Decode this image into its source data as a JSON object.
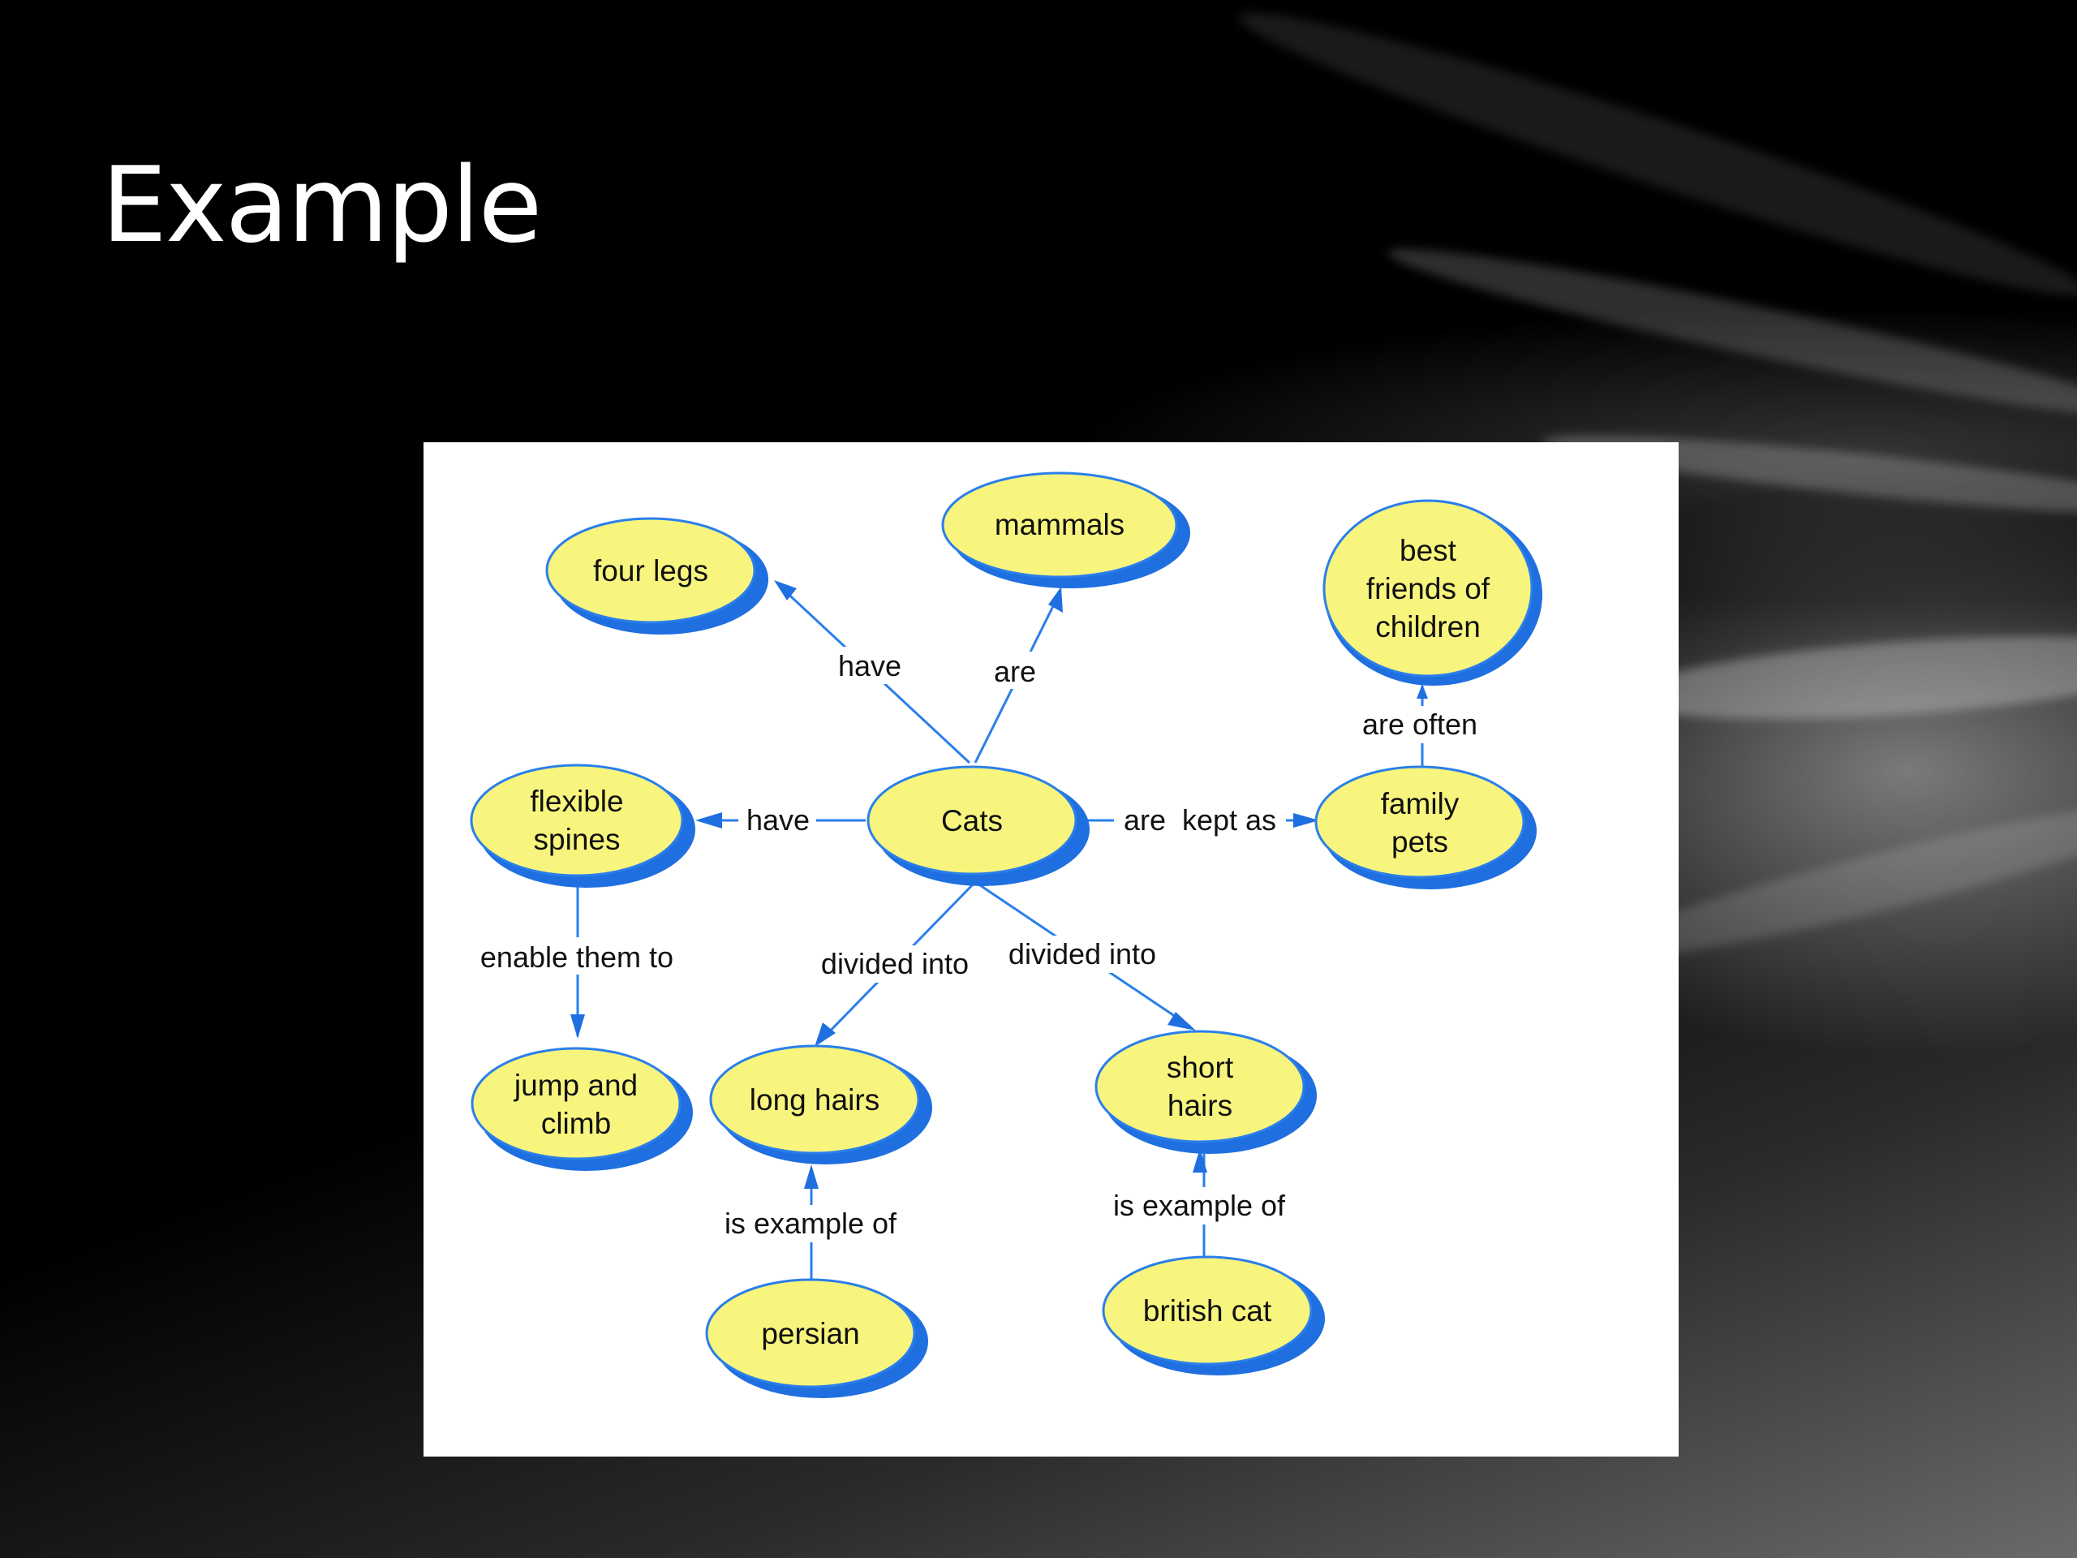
{
  "slide": {
    "title": "Example"
  },
  "concept_map": {
    "nodes": {
      "cats": [
        "Cats"
      ],
      "mammals": [
        "mammals"
      ],
      "four_legs": [
        "four legs"
      ],
      "best_friends": [
        "best",
        "friends of",
        "children"
      ],
      "flexible_spines": [
        "flexible",
        "spines"
      ],
      "family_pets": [
        "family",
        "pets"
      ],
      "jump_and_climb": [
        "jump and",
        "climb"
      ],
      "long_hairs": [
        "long hairs"
      ],
      "short_hairs": [
        "short",
        "hairs"
      ],
      "persian": [
        "persian"
      ],
      "british_cat": [
        "british cat"
      ]
    },
    "links": {
      "have_four_legs": "have",
      "are_mammals": "are",
      "are_often": "are often",
      "have_spines": "have",
      "are_kept_as": "are  kept as",
      "enable_them_to": "enable them to",
      "divided_into_long": "divided into",
      "divided_into_short": "divided into",
      "is_example_of_persian": "is example of",
      "is_example_of_british": "is example of"
    },
    "colors": {
      "node_fill": "#f8f57e",
      "node_outline": "#2a7fea",
      "arrow": "#1f6fe0",
      "background": "#ffffff"
    }
  }
}
